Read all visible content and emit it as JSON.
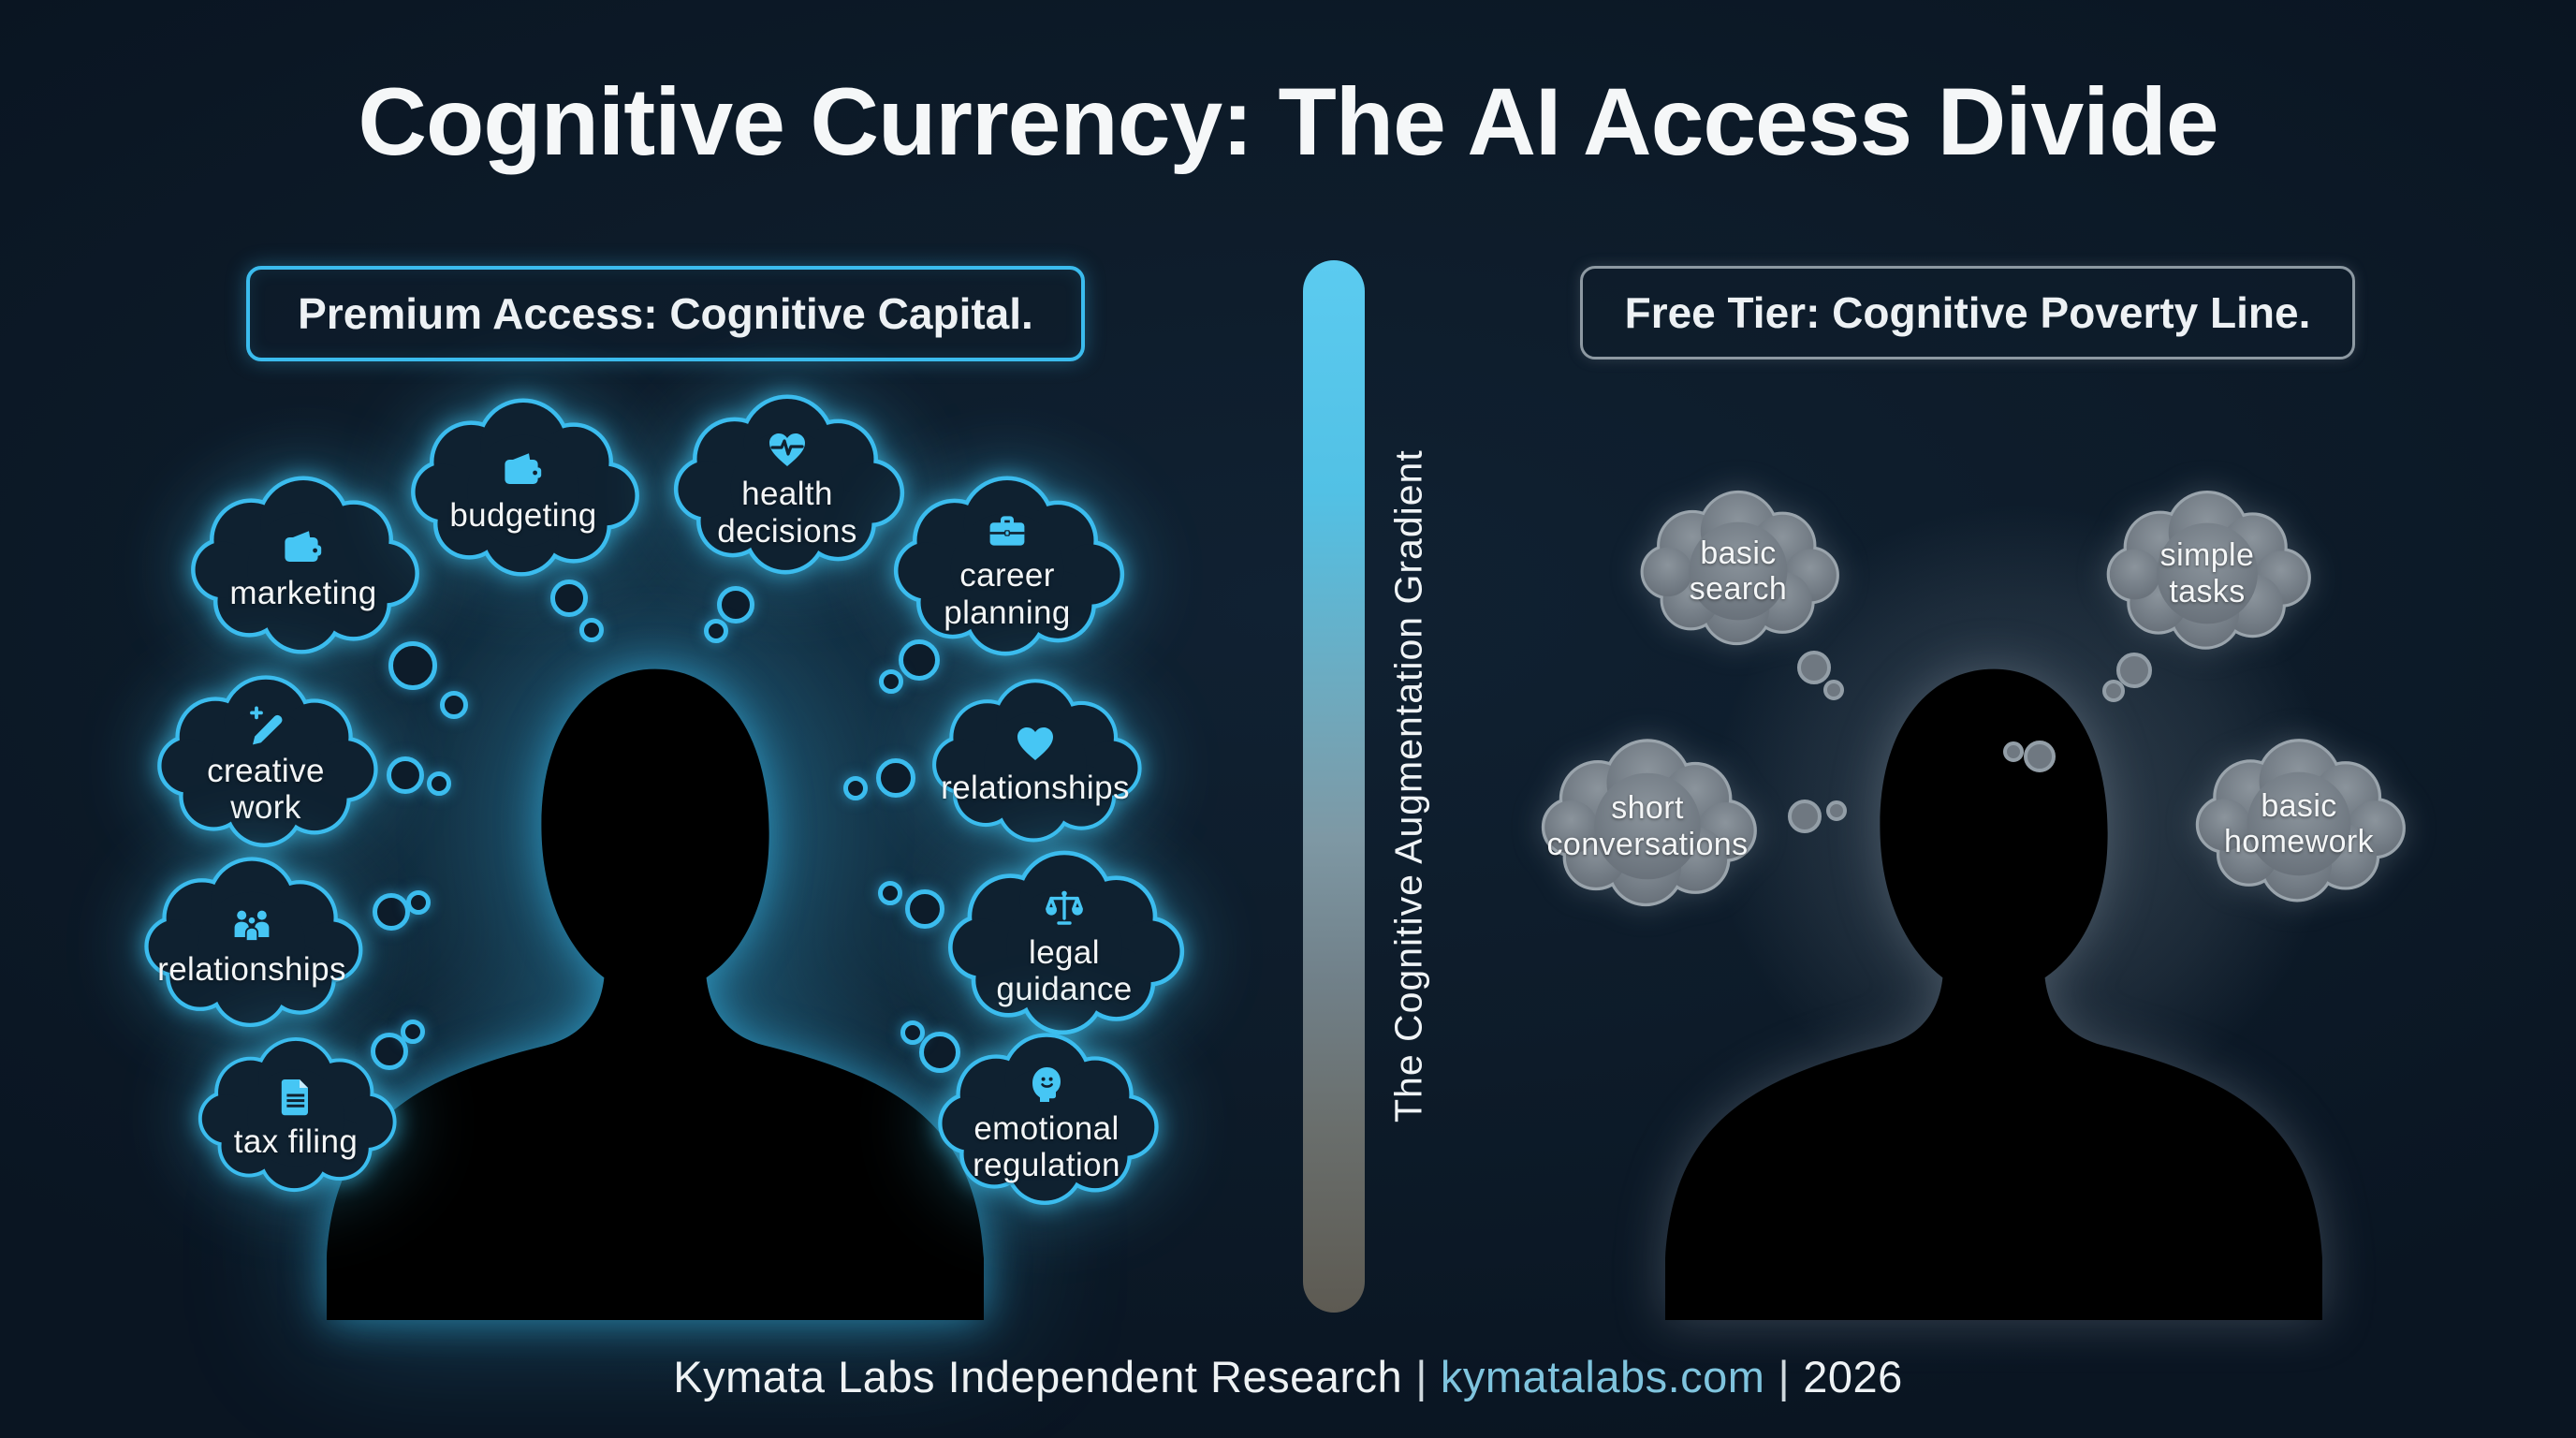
{
  "title": "Cognitive Currency: The AI Access Divide",
  "premium": {
    "label": "Premium Access: Cognitive Capital.",
    "bubbles": [
      {
        "label": "marketing",
        "icon": "wallet-icon"
      },
      {
        "label": "budgeting",
        "icon": "wallet-icon"
      },
      {
        "label": "health decisions",
        "icon": "heart-pulse-icon"
      },
      {
        "label": "career planning",
        "icon": "briefcase-icon"
      },
      {
        "label": "creative work",
        "icon": "pencil-sparkle-icon"
      },
      {
        "label": "relationships",
        "icon": "people-group-icon"
      },
      {
        "label": "tax filing",
        "icon": "document-icon"
      },
      {
        "label": "relationships",
        "icon": "heart-icon"
      },
      {
        "label": "legal guidance",
        "icon": "scales-icon"
      },
      {
        "label": "emotional regulation",
        "icon": "head-smile-icon"
      }
    ]
  },
  "free": {
    "label": "Free Tier: Cognitive Poverty Line.",
    "bubbles": [
      {
        "label": "basic search"
      },
      {
        "label": "simple tasks"
      },
      {
        "label": "short conversations"
      },
      {
        "label": "basic homework"
      }
    ]
  },
  "gradient_axis": {
    "label": "The Cognitive Augmentation Gradient"
  },
  "footer": {
    "research": "Kymata Labs Independent Research",
    "separator": "|",
    "site": "kymatalabs.com",
    "year": "2026"
  },
  "colors": {
    "background": "#0d1b29",
    "accent_cyan": "#3bbcee",
    "muted_gray": "#9aa4ac",
    "link_blue": "#7fc4de",
    "gradient_top": "#5bcbf0",
    "gradient_bottom": "#5d5a52"
  }
}
